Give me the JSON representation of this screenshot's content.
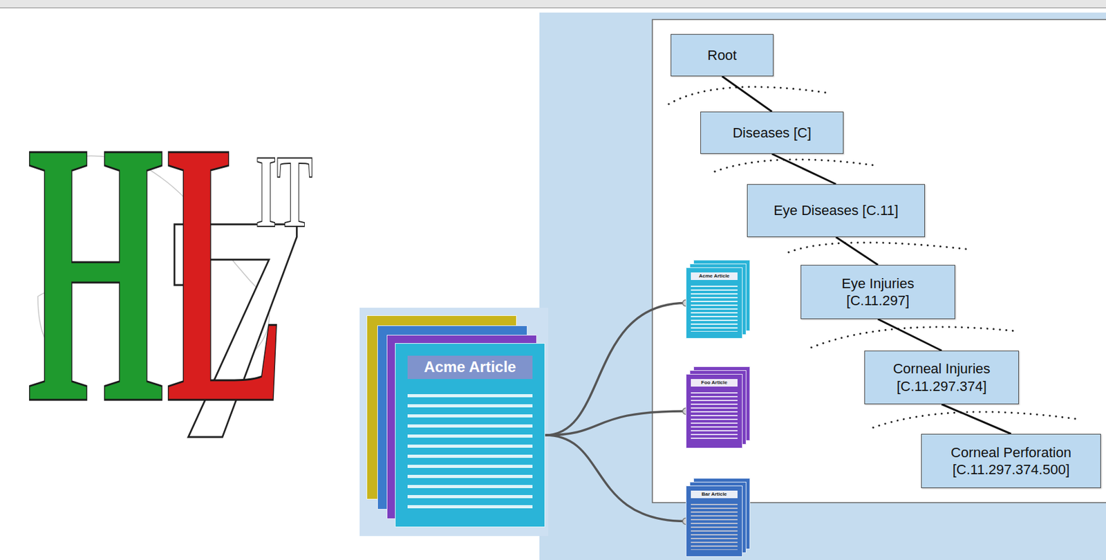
{
  "diagram": {
    "nodes": [
      {
        "text": [
          "Root"
        ]
      },
      {
        "text": [
          "Diseases [C]"
        ]
      },
      {
        "text": [
          "Eye Diseases [C.11]"
        ]
      },
      {
        "text": [
          "Eye Injuries [C.11.297]"
        ]
      },
      {
        "text": [
          "Corneal Injuries [C.11.297.374]"
        ]
      },
      {
        "text": [
          "Corneal Perforation [C.11.297.374.500]"
        ]
      },
      {
        "text": [
          "Acme Article"
        ]
      },
      {
        "text": [
          "Acme Article"
        ]
      },
      {
        "text": [
          "Foo Article"
        ]
      },
      {
        "text": [
          "Bar Article"
        ]
      }
    ],
    "edges": [
      {
        "from": 0,
        "to": 1,
        "arrow": "none"
      },
      {
        "from": 1,
        "to": 2,
        "arrow": "none"
      },
      {
        "from": 2,
        "to": 3,
        "arrow": "none"
      },
      {
        "from": 3,
        "to": 4,
        "arrow": "none"
      },
      {
        "from": 4,
        "to": 5,
        "arrow": "none"
      },
      {
        "from": 6,
        "to": 7,
        "arrow": "none"
      },
      {
        "from": 6,
        "to": 8,
        "arrow": "none"
      },
      {
        "from": 6,
        "to": 9,
        "arrow": "none"
      }
    ],
    "labels": [
      "H",
      "L",
      "IT",
      "7"
    ]
  }
}
